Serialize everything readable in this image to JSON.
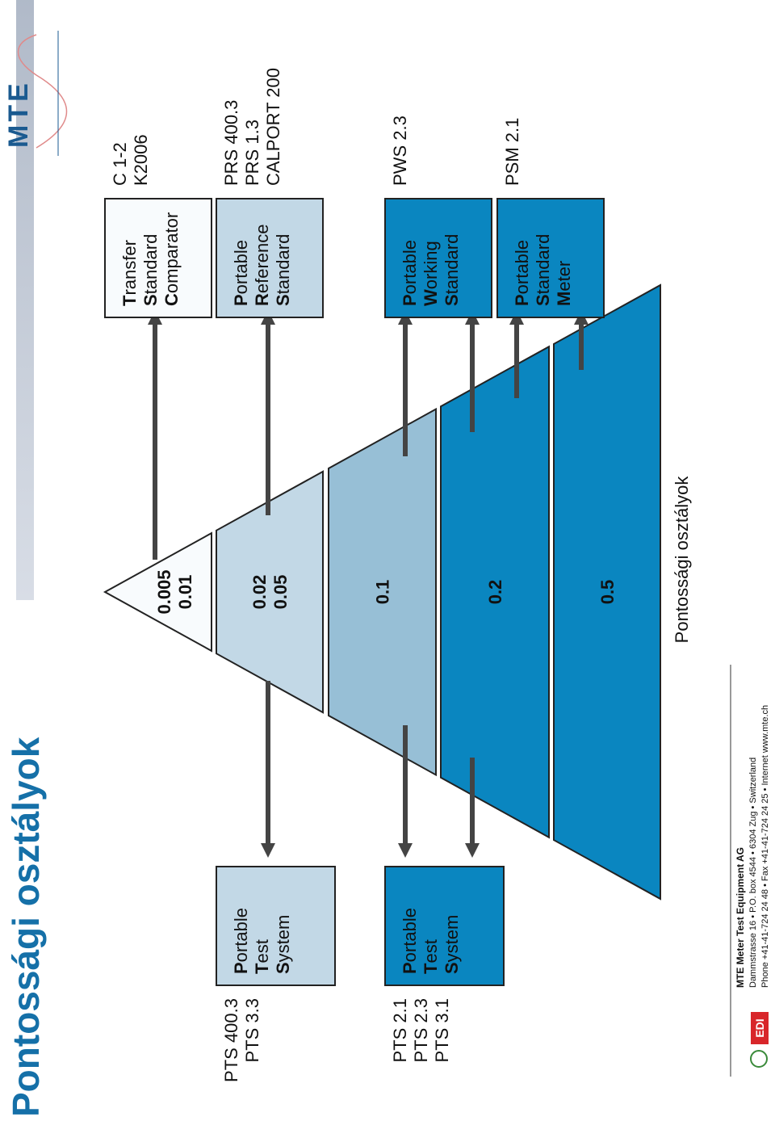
{
  "title": "Pontossági osztályok",
  "logo": {
    "text": "MTE"
  },
  "axis_title": "Pontossági osztályok",
  "pyramid": {
    "tiers": [
      {
        "label_lines": [
          "0.005",
          "0.01"
        ],
        "color": "#f8fbfd"
      },
      {
        "label_lines": [
          "0.02",
          "0.05"
        ],
        "color": "#c2d8e6"
      },
      {
        "label_lines": [
          "0.1"
        ],
        "color": "#97bfd6"
      },
      {
        "label_lines": [
          "0.2"
        ],
        "color": "#0a86c0"
      },
      {
        "label_lines": [
          "0.5"
        ],
        "color": "#0a86c0"
      }
    ]
  },
  "top_boxes": [
    {
      "lines": [
        "Transfer",
        "Standard",
        "Comparator"
      ],
      "products": [
        "C 1-2",
        "K2006"
      ],
      "color": "#f8fbfd"
    },
    {
      "lines": [
        "Portable",
        "Reference",
        "Standard"
      ],
      "products": [
        "PRS 400.3",
        "PRS 1.3",
        "CALPORT 200"
      ],
      "color": "#c2d8e6"
    },
    {
      "lines": [
        "Portable",
        "Working",
        "Standard"
      ],
      "products": [
        "PWS 2.3"
      ],
      "color": "#0a86c0"
    },
    {
      "lines": [
        "Portable",
        "Standard",
        "Meter"
      ],
      "products": [
        "PSM 2.1"
      ],
      "color": "#0a86c0"
    }
  ],
  "bottom_boxes": [
    {
      "lines": [
        "Portable",
        "Test",
        "System"
      ],
      "products": [
        "PTS 400.3",
        "PTS 3.3"
      ],
      "color": "#c2d8e6"
    },
    {
      "lines": [
        "Portable",
        "Test",
        "System"
      ],
      "products": [
        "PTS 2.1",
        "PTS 2.3",
        "PTS 3.1"
      ],
      "color": "#0a86c0"
    }
  ],
  "footer": {
    "company": "MTE Meter Test Equipment AG",
    "address": "Dammstrasse 16 • P.O. box 4544 • 6304 Zug • Switzerland",
    "contact": "Phone +41-41-724 24 48 • Fax +41-41-724 24 25 • Internet www.mte.ch",
    "edi": "EDI"
  },
  "colors": {
    "accent": "#1570a8",
    "arrow": "#444444",
    "light": "#c2d8e6",
    "mid": "#97bfd6",
    "dark": "#0a86c0"
  }
}
